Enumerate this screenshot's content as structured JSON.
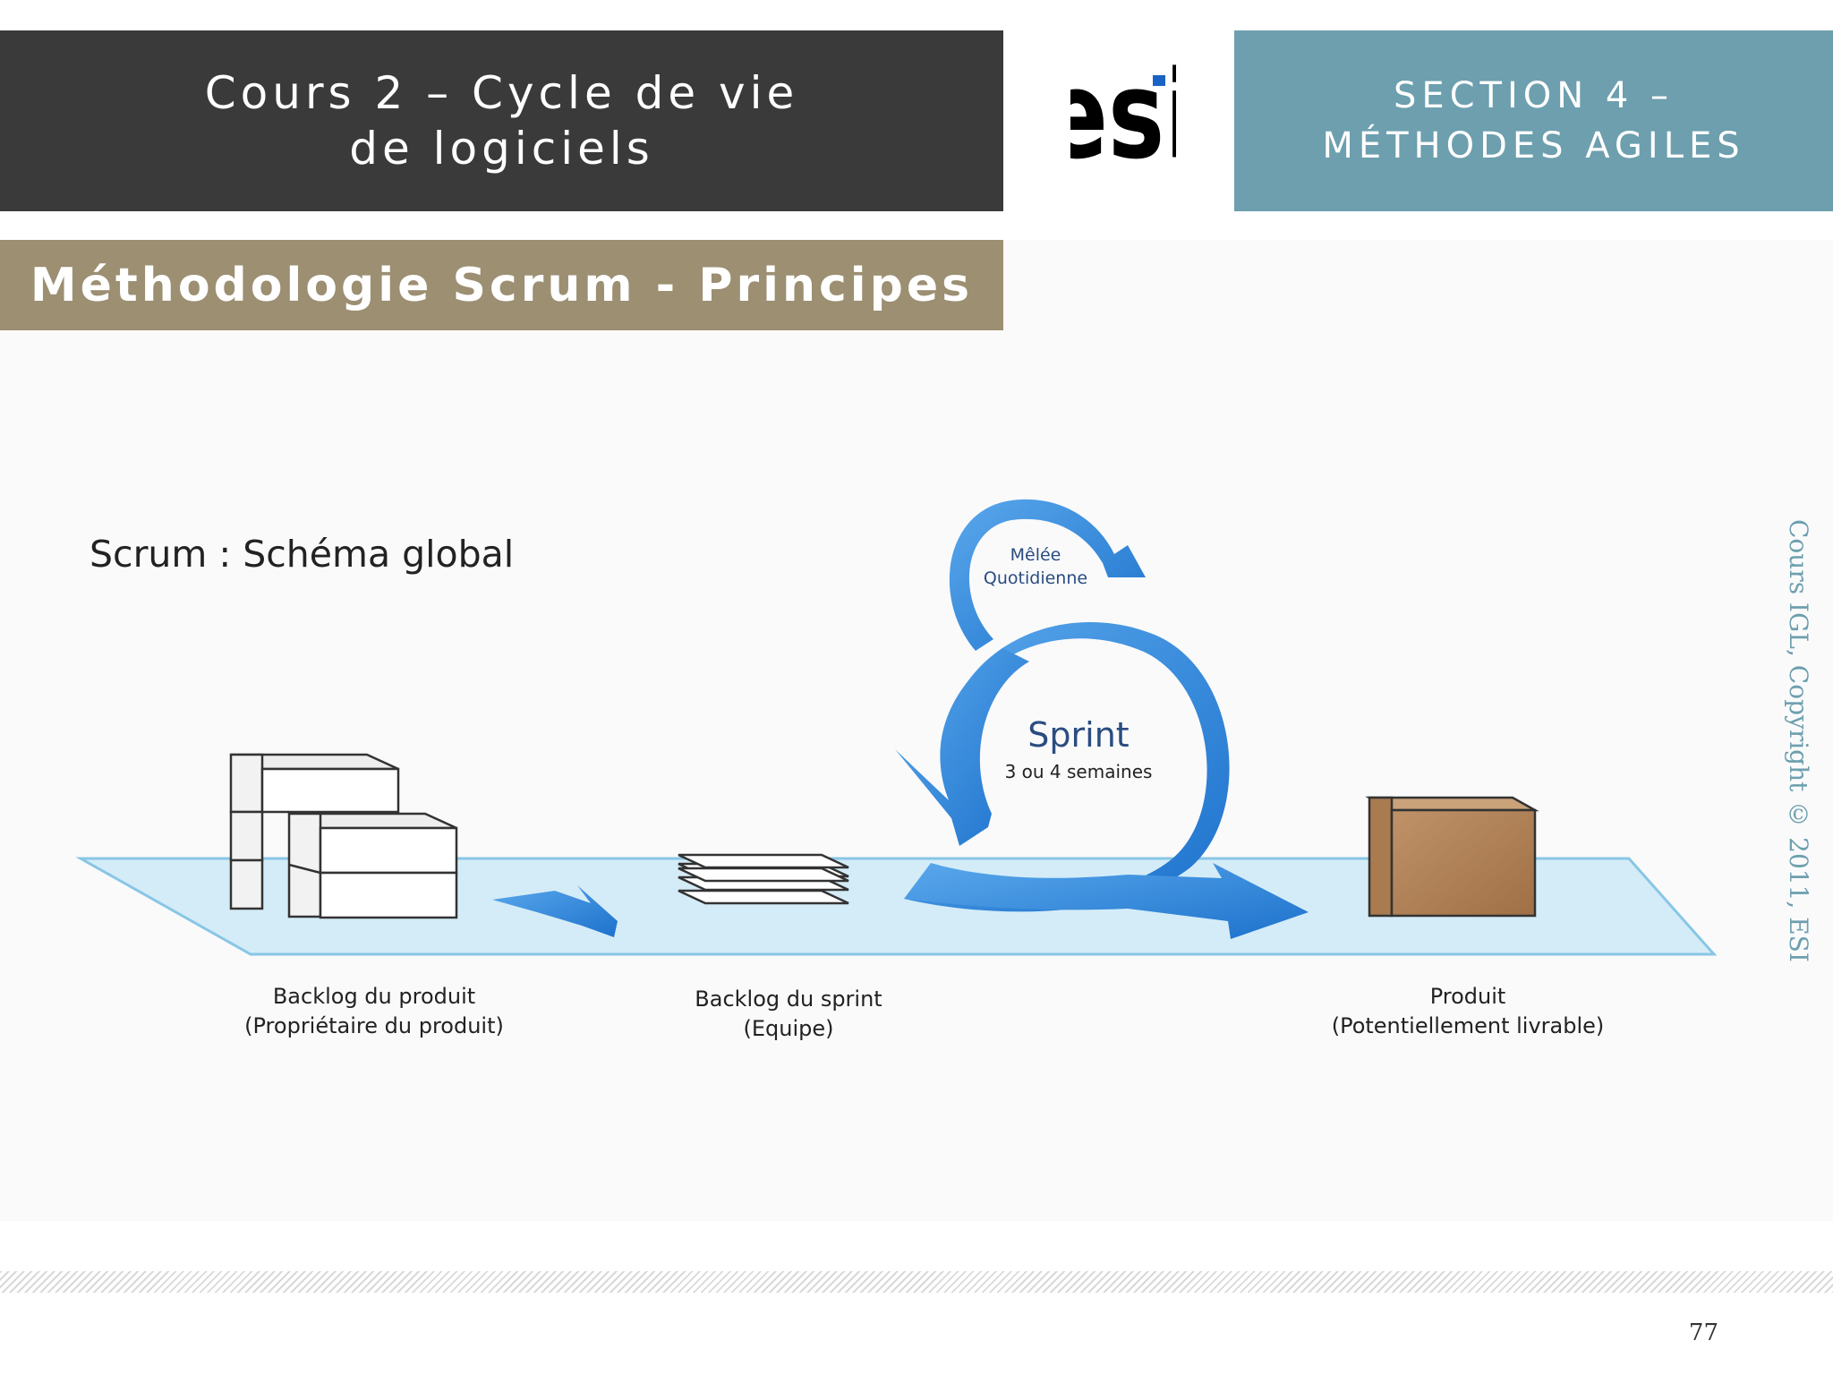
{
  "header": {
    "course_title": "Cours 2 – Cycle de vie de logiciels",
    "logo_text": "esi",
    "section_title": "SECTION 4 – MÉTHODES AGILES"
  },
  "subheader": {
    "title": "Méthodologie Scrum - Principes"
  },
  "diagram": {
    "title": "Scrum : Schéma global",
    "daily_scrum_line1": "Mêlée",
    "daily_scrum_line2": "Quotidienne",
    "sprint_label": "Sprint",
    "sprint_duration": "3 ou 4 semaines",
    "product_backlog_line1": "Backlog du produit",
    "product_backlog_line2": "(Propriétaire du produit)",
    "sprint_backlog_line1": "Backlog du sprint",
    "sprint_backlog_line2": "(Equipe)",
    "product_line1": "Produit",
    "product_line2": "(Potentiellement livrable)"
  },
  "footer": {
    "copyright": "Cours IGL, Copyright © 2011, ESI",
    "page_number": "77"
  },
  "colors": {
    "header_dark": "#3a3a3a",
    "header_teal": "#6d9fae",
    "subheader": "#9c8f72",
    "arrow_blue": "#2f86d8",
    "platform": "#d4ecf7",
    "product_box": "#b07f52"
  }
}
